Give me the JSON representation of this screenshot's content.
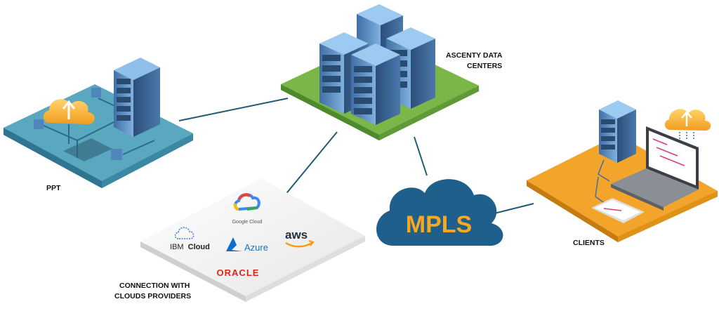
{
  "labels": {
    "datacenters_line1": "ASCENTY DATA",
    "datacenters_line2": "CENTERS",
    "ppt": "PPT",
    "clients": "CLIENTS",
    "cloud_providers_line1": "CONNECTION WITH",
    "cloud_providers_line2": "CLOUDS PROVIDERS",
    "mpls": "MPLS"
  },
  "providers": {
    "google": "Google Cloud",
    "ibm_prefix": "IBM",
    "ibm_suffix": "Cloud",
    "azure": "Azure",
    "aws": "aws",
    "oracle": "ORACLE"
  },
  "colors": {
    "platform_green": "#7ab648",
    "platform_teal": "#5aa7c0",
    "platform_orange": "#f3a42a",
    "platform_white": "#f2f2f2",
    "mpls_cloud": "#1f5f8c",
    "mpls_text": "#f7a823",
    "server_blue": "#5b8fc4",
    "connector": "#215a73"
  },
  "icons": [
    "server-rack-icon",
    "cloud-upload-icon",
    "laptop-icon",
    "tablet-icon",
    "mpls-cloud-icon"
  ]
}
